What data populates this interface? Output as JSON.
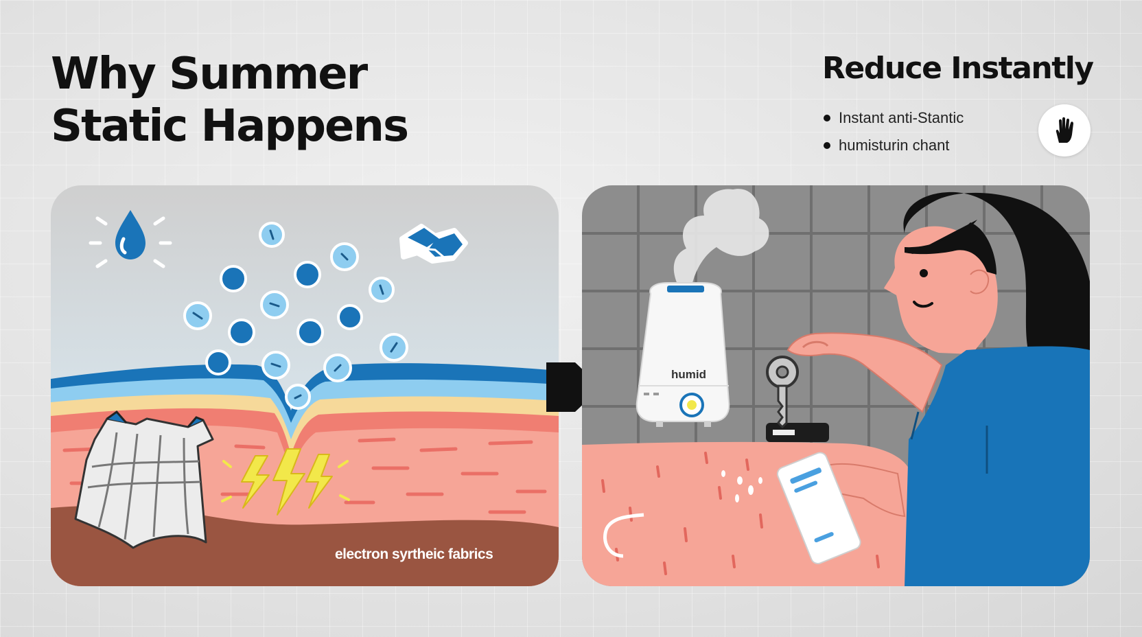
{
  "title": {
    "line1": "Why Summer",
    "line2": "Static Happens"
  },
  "reduce": {
    "title": "Reduce Instantly",
    "tips": [
      "Instant anti-Stantic",
      "humisturin chant"
    ],
    "badge_icon": "hand-icon"
  },
  "left_panel": {
    "caption": "electron syrtheic fabrics",
    "icons": [
      "water-drop-icon",
      "electron-particles",
      "handshake-icon",
      "fabric-shirt-icon",
      "lightning-bolt-icon"
    ]
  },
  "right_panel": {
    "device_label": "humid",
    "icons": [
      "humidifier-icon",
      "steam-icon",
      "key-icon",
      "lotion-tube-icon",
      "person-illustration"
    ]
  },
  "colors": {
    "skin": "#f6a597",
    "skin_dark": "#f07e72",
    "water_blue": "#1a74b8",
    "brown": "#9a5541",
    "lightning": "#f2e84a",
    "shirt_blue": "#1874b8"
  }
}
